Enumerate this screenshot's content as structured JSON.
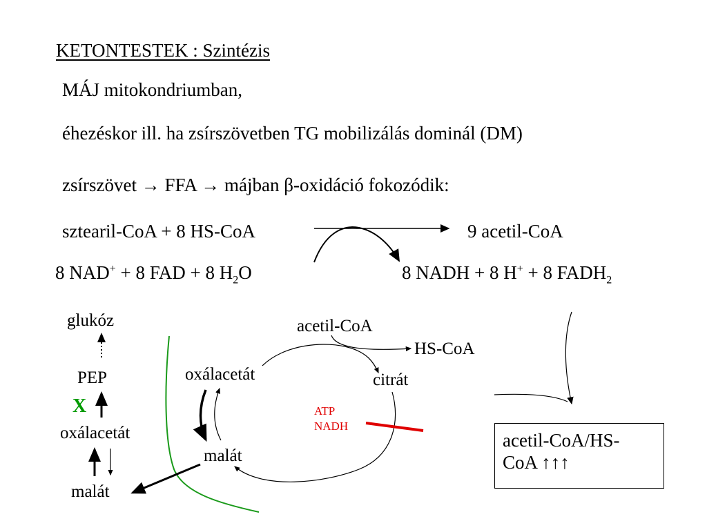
{
  "title": "KETONTESTEK : Szintézis",
  "line_liver": "MÁJ mitokondriumban,",
  "line_fasting": "éhezéskor ill. ha zsírszövetben TG mobilizálás dominál (DM)",
  "line_beta": "zsírszövet → FFA → májban β-oxidáció fokozódik:",
  "reaction": {
    "substrate": "sztearil-CoA + 8 HS-CoA",
    "product": "9 acetil-CoA",
    "cofactor_in": "8 NAD+ + 8 FAD + 8 H2O",
    "cofactor_out": "8 NADH + 8 H+ + 8 FADH2"
  },
  "cytosol": {
    "glucose": "glukóz",
    "pep": "PEP",
    "block_mark": "X",
    "oxaloacetate": "oxálacetát",
    "malate": "malát"
  },
  "mito_cycle": {
    "acetyl_coa": "acetil-CoA",
    "hs_coa": "HS-CoA",
    "citrate": "citrát",
    "oxaloacetate": "oxálacetát",
    "malate": "malát",
    "inhibitors": [
      "ATP",
      "NADH"
    ]
  },
  "result_box": {
    "line1": "acetil-CoA/HS-",
    "line2": "CoA ↑↑↑"
  },
  "colors": {
    "membrane": "#1a9a1a",
    "inhibition": "#e00000",
    "block": "#009a00"
  }
}
